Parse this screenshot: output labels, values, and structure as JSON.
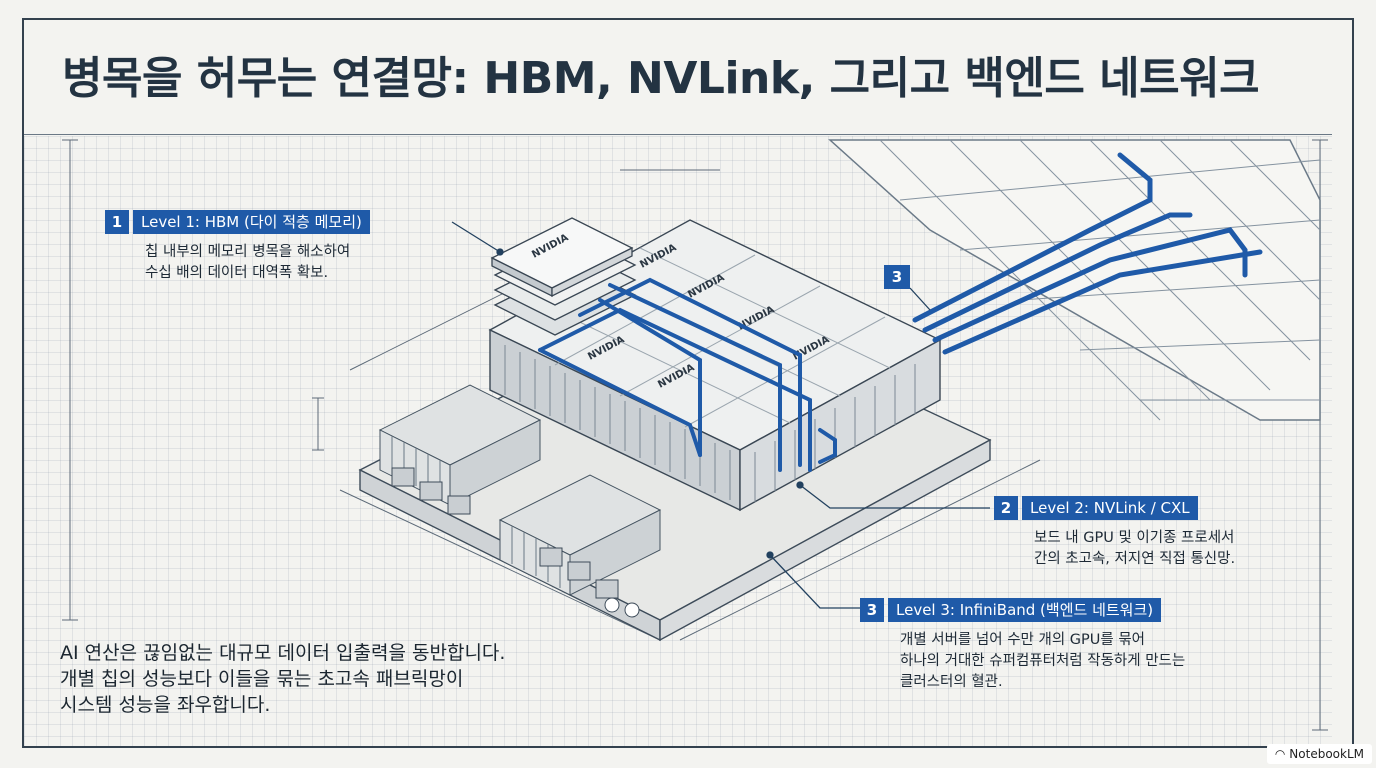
{
  "title": "병목을 허무는 연결망: HBM, NVLink, 그리고 백엔드 네트워크",
  "callouts": [
    {
      "number": "1",
      "label": "Level 1: HBM (다이 적층 메모리)",
      "desc": [
        "칩 내부의 메모리 병목을 해소하여",
        "수십 배의 데이터 대역폭 확보."
      ]
    },
    {
      "number": "2",
      "label": "Level 2: NVLink / CXL",
      "desc": [
        "보드 내 GPU 및 이기종 프로세서",
        "간의 초고속, 저지연 직접 통신망."
      ]
    },
    {
      "number": "3",
      "label": "Level 3: InfiniBand (백엔드 네트워크)",
      "desc": [
        "개별 서버를 넘어 수만 개의 GPU를 묶어",
        "하나의 거대한 슈퍼컴퓨터처럼 작동하게 만드는",
        "클러스터의 혈관."
      ]
    }
  ],
  "network_badge": "3",
  "summary": [
    "AI 연산은 끊임없는 대규모 데이터 입출력을 동반합니다.",
    "개별 칩의 성능보다 이들을 묶는 초고속 패브릭망이",
    "시스템 성능을 좌우합니다."
  ],
  "gpu_label": "NVIDIA",
  "brand": {
    "name": "NotebookLM",
    "icon": "notebooklm-icon"
  },
  "colors": {
    "accent": "#1f5aa8",
    "ink": "#233342",
    "background": "#f3f3f0"
  }
}
